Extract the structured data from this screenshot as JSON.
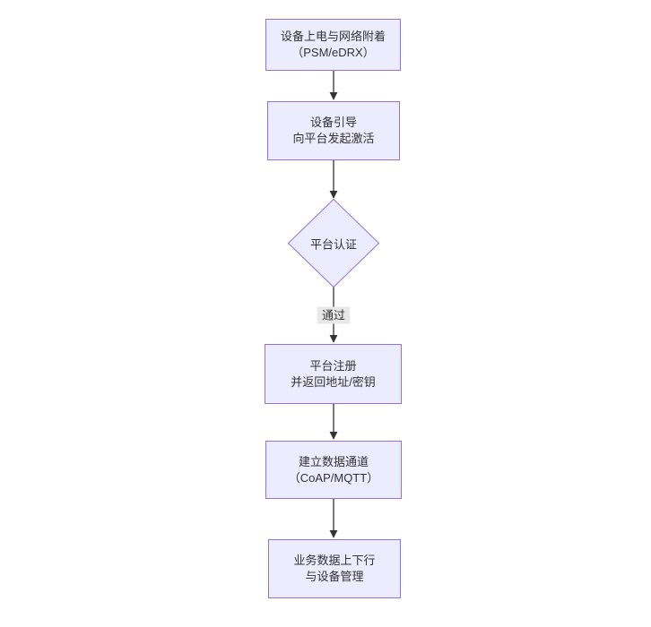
{
  "diagram": {
    "type": "flowchart",
    "direction": "top-down",
    "nodes": [
      {
        "id": "power_attach",
        "shape": "rect",
        "lines": [
          "设备上电与网络附着",
          "（PSM/eDRX）"
        ]
      },
      {
        "id": "bootstrap",
        "shape": "rect",
        "lines": [
          "设备引导",
          "向平台发起激活"
        ]
      },
      {
        "id": "platform_auth",
        "shape": "diamond",
        "lines": [
          "平台认证"
        ]
      },
      {
        "id": "platform_register",
        "shape": "rect",
        "lines": [
          "平台注册",
          "并返回地址/密钥"
        ]
      },
      {
        "id": "data_channel",
        "shape": "rect",
        "lines": [
          "建立数据通道",
          "（CoAP/MQTT）"
        ]
      },
      {
        "id": "business_data",
        "shape": "rect",
        "lines": [
          "业务数据上下行",
          "与设备管理"
        ]
      }
    ],
    "edges": [
      {
        "from": "power_attach",
        "to": "bootstrap",
        "label": ""
      },
      {
        "from": "bootstrap",
        "to": "platform_auth",
        "label": ""
      },
      {
        "from": "platform_auth",
        "to": "platform_register",
        "label": "通过"
      },
      {
        "from": "platform_register",
        "to": "data_channel",
        "label": ""
      },
      {
        "from": "data_channel",
        "to": "business_data",
        "label": ""
      }
    ],
    "colors": {
      "canvas_bg": "#ffffff",
      "node_fill": "#ECECFF",
      "node_border": "#9370DB",
      "node_text": "#333333",
      "edge_line": "#333333",
      "edge_label_bg": "#e8e8e8"
    }
  }
}
